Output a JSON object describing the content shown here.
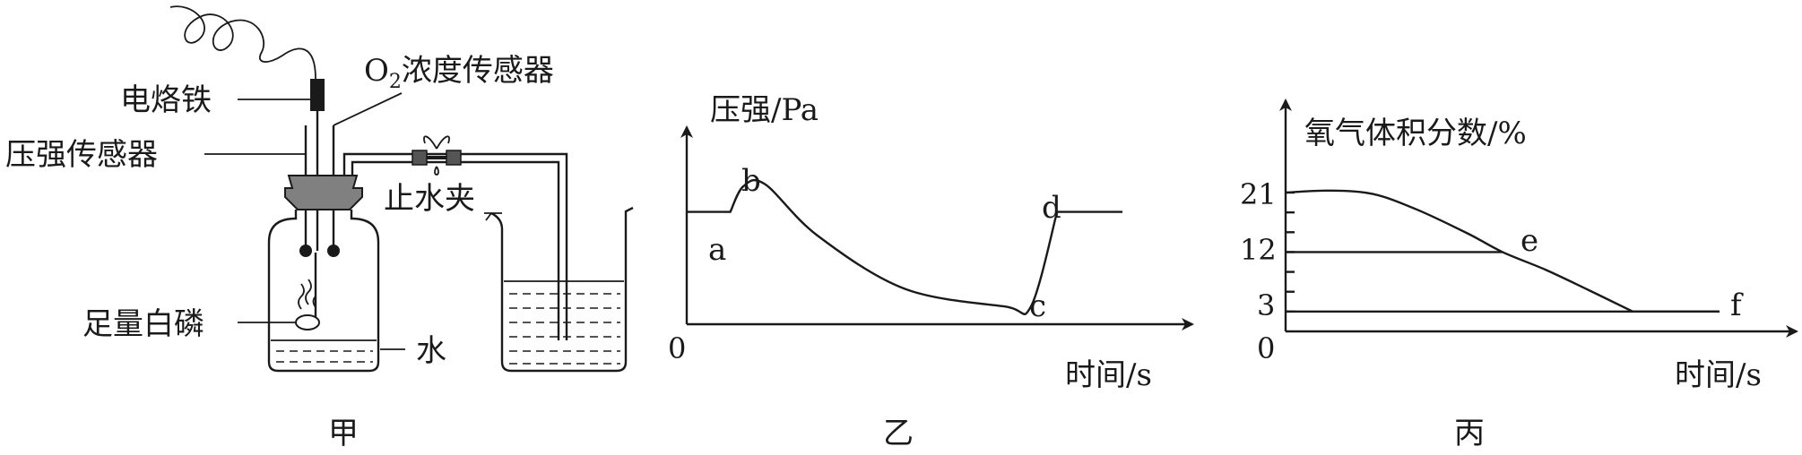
{
  "apparatus": {
    "caption": "甲",
    "labels": {
      "soldering_iron": "电烙铁",
      "o2_sensor_main": "O",
      "o2_sensor_sub": "2",
      "o2_sensor_rest": "浓度传感器",
      "pressure_sensor": "压强传感器",
      "clamp": "止水夹",
      "phosphorus": "足量白磷",
      "water": "水"
    }
  },
  "chart_data": [
    {
      "type": "line",
      "caption": "乙",
      "ylabel": "压强/Pa",
      "xlabel": "时间/s",
      "origin": "0",
      "point_labels": [
        "a",
        "b",
        "c",
        "d"
      ],
      "series": [
        {
          "x": [
            0,
            0.1,
            0.13,
            0.18,
            0.3,
            0.5,
            0.73,
            0.79,
            0.85,
            1.0
          ],
          "y": [
            0.57,
            0.57,
            0.7,
            0.71,
            0.45,
            0.18,
            0.09,
            0.09,
            0.57,
            0.57
          ]
        }
      ]
    },
    {
      "type": "line",
      "caption": "丙",
      "ylabel": "氧气体积分数/%",
      "xlabel": "时间/s",
      "origin": "0",
      "yticks": [
        "21",
        "12",
        "3"
      ],
      "point_labels": [
        "e",
        "f"
      ],
      "series": [
        {
          "x": [
            0,
            0.1,
            0.2,
            0.3,
            0.42,
            0.5,
            0.6,
            0.7,
            0.8,
            1.0
          ],
          "y": [
            21,
            21.3,
            20.8,
            18.5,
            14.8,
            12,
            9.3,
            6.2,
            3,
            3
          ]
        }
      ],
      "reference_lines": [
        12,
        3
      ]
    }
  ]
}
